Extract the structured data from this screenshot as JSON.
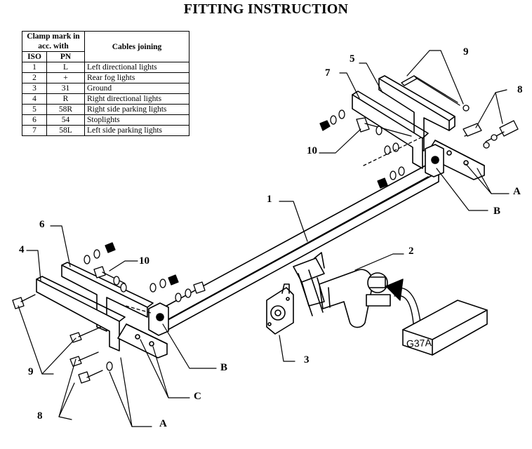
{
  "title": "FITTING INSTRUCTION",
  "table": {
    "header_clamp": "Clamp mark in acc. with",
    "header_iso": "ISO",
    "header_pn": "PN",
    "header_cables": "Cables joining",
    "rows": [
      {
        "iso": "1",
        "pn": "L",
        "desc": "Left directional lights"
      },
      {
        "iso": "2",
        "pn": "+",
        "desc": "Rear fog lights"
      },
      {
        "iso": "3",
        "pn": "31",
        "desc": "Ground"
      },
      {
        "iso": "4",
        "pn": "R",
        "desc": "Right directional lights"
      },
      {
        "iso": "5",
        "pn": "58R",
        "desc": "Right side parking lights"
      },
      {
        "iso": "6",
        "pn": "54",
        "desc": "Stoplights"
      },
      {
        "iso": "7",
        "pn": "58L",
        "desc": "Left side parking lights"
      }
    ]
  },
  "labels": {
    "n1": "1",
    "n2": "2",
    "n3": "3",
    "n4": "4",
    "n5": "5",
    "n6": "6",
    "n7": "7",
    "n8_top": "8",
    "n8_bottom": "8",
    "n9_top": "9",
    "n9_bottom": "9",
    "n10_top": "10",
    "n10_left": "10",
    "a_right": "A",
    "a_bottom": "A",
    "b_right": "B",
    "b_bottom": "B",
    "c": "C"
  },
  "box_code": "G37A"
}
